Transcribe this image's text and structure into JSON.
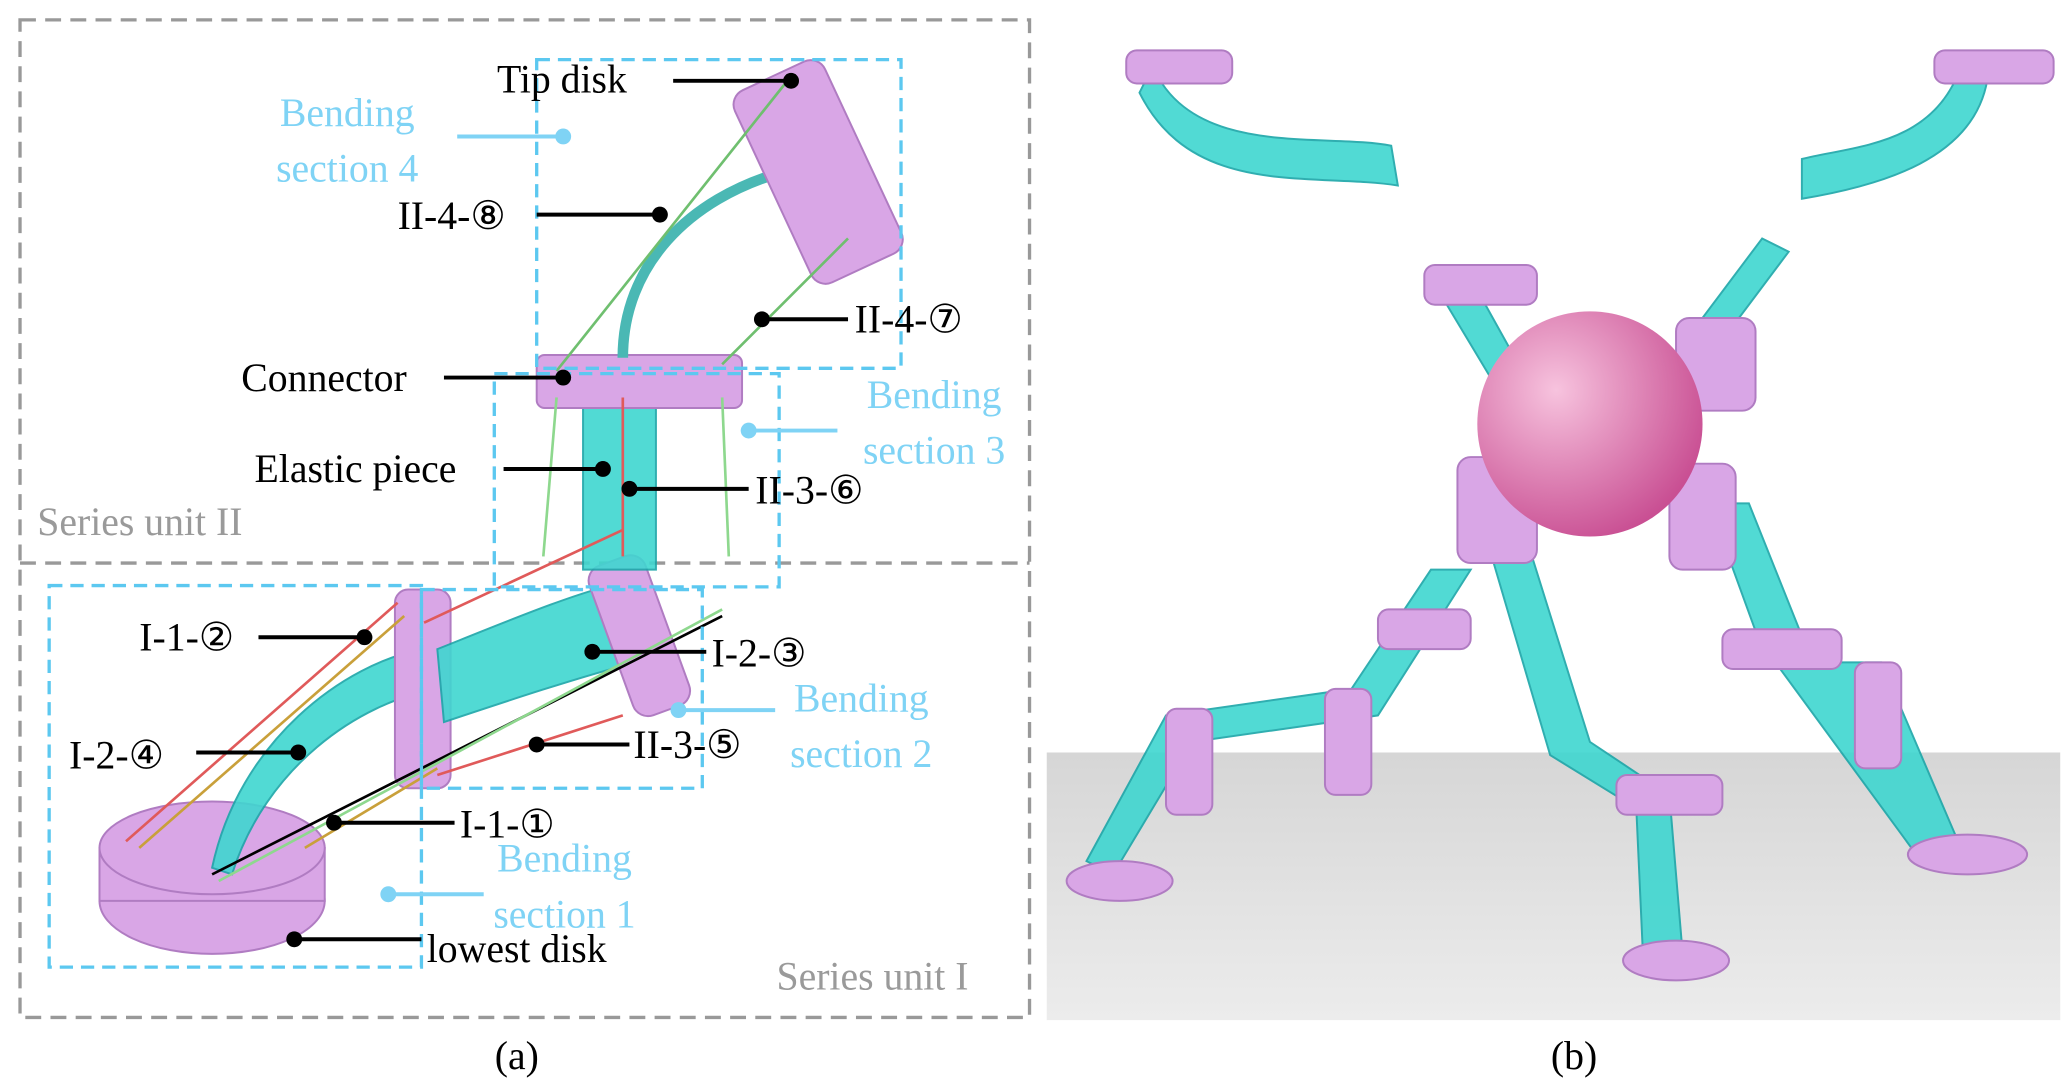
{
  "panel_a": {
    "labels": {
      "tip_disk": "Tip disk",
      "ii_4_8": "II-4-⑧",
      "ii_4_7": "II-4-⑦",
      "connector": "Connector",
      "elastic_piece": "Elastic piece",
      "ii_3_6": "II-3-⑥",
      "i_1_2": "I-1-②",
      "i_2_3": "I-2-③",
      "i_2_4": "I-2-④",
      "ii_3_5": "II-3-⑤",
      "i_1_1": "I-1-①",
      "lowest_disk": "lowest disk"
    },
    "sections": {
      "s4": [
        "Bending",
        "section 4"
      ],
      "s3": [
        "Bending",
        "section 3"
      ],
      "s2": [
        "Bending",
        "section 2"
      ],
      "s1": [
        "Bending",
        "section 1"
      ]
    },
    "units": {
      "unit2": "Series unit II",
      "unit1": "Series unit I"
    },
    "caption": "(a)"
  },
  "panel_b": {
    "caption": "(b)"
  },
  "colors": {
    "section_box": "#5cc8f0",
    "unit_box": "#999999",
    "disk": "#d9a6e6",
    "elastic": "#3fd6d0",
    "sphere": "#e07ab0"
  }
}
